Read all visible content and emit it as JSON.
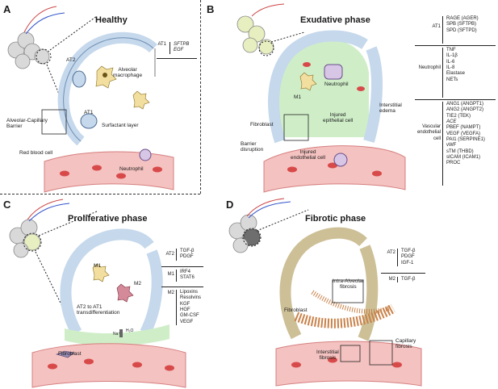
{
  "panels": {
    "a": {
      "letter": "A",
      "title": "Healthy",
      "labels": {
        "at2": "AT2",
        "at1": "AT1",
        "alveolar_macrophage": "Alveolar\nmacrophage",
        "barrier": "Alveolar-Capillary\nBarrier",
        "surfactant": "Surfactant layer",
        "rbc": "Red blood cell",
        "neutrophil": "Neutrophil"
      },
      "table": [
        {
          "cat": "AT1",
          "items": [
            "SFTPB",
            "EGF"
          ]
        }
      ]
    },
    "b": {
      "letter": "B",
      "title": "Exudative phase",
      "labels": {
        "m1": "M1",
        "neutrophil": "Neutrophil",
        "fibroblast": "Fibroblast",
        "injured_epi": "Injured\nepithelial cell",
        "edema": "Interstitial\nedema",
        "barrier_disruption": "Barrier\ndisruption",
        "injured_endo": "Injured\nendothelial cell"
      },
      "table": [
        {
          "cat": "AT1",
          "items": [
            "RAGE (AGER)",
            "SPB (SFTPB)",
            "SPD (SFTPD)"
          ]
        },
        {
          "cat": "Neutrophil",
          "items": [
            "TNF",
            "IL-1β",
            "IL-6",
            "IL-8",
            "Elastase",
            "NETs"
          ]
        },
        {
          "cat": "Vascular\nendothelial\ncell",
          "items": [
            "ANG1 (ANGPT1)",
            "ANG2 (ANGPT2)",
            "TIE2 (TEK)",
            "ACE",
            "PBEF (NAMPT)",
            "VEGF (VEGFA)",
            "PAI1 (SERPINE1)",
            "vWF",
            "sTM (THBD)",
            "sICAM (ICAM1)",
            "PROC"
          ]
        }
      ]
    },
    "c": {
      "letter": "C",
      "title": "Proliferative phase",
      "labels": {
        "m1": "M1",
        "m2": "M2",
        "transdiff": "AT2 to AT1\ntransdifferentiation",
        "na": "Na⁺",
        "h2o": "H₂O",
        "fibroblast": "Fibroblast"
      },
      "table": [
        {
          "cat": "AT2",
          "items": [
            "TGF-β",
            "PDGF"
          ]
        },
        {
          "cat": "M1",
          "items": [
            "IRF4",
            "STAT6"
          ]
        },
        {
          "cat": "M2",
          "items": [
            "Lipoxins",
            "Resolvins",
            "KGF",
            "HGF",
            "GM-CSF",
            "VEGF"
          ]
        }
      ]
    },
    "d": {
      "letter": "D",
      "title": "Fibrotic phase",
      "labels": {
        "intra": "Intra-Alveolar\nfibrosis",
        "fibroblast": "Fibroblast",
        "interstitial": "Interstitial\nfibrosis",
        "capillary": "Capillary\nfibrosis"
      },
      "table": [
        {
          "cat": "AT2",
          "items": [
            "TGF-β",
            "PDGF",
            "IGF-1"
          ]
        },
        {
          "cat": "M2",
          "items": [
            "TGF-β"
          ]
        }
      ]
    }
  },
  "colors": {
    "alveolar_wall": "#c5d8ec",
    "blood": "#e98c8e",
    "vessel": "#f4c2c0",
    "edema": "#cfeec8",
    "macrophage": "#f2dfa0",
    "fibrosis": "#c9824a"
  }
}
